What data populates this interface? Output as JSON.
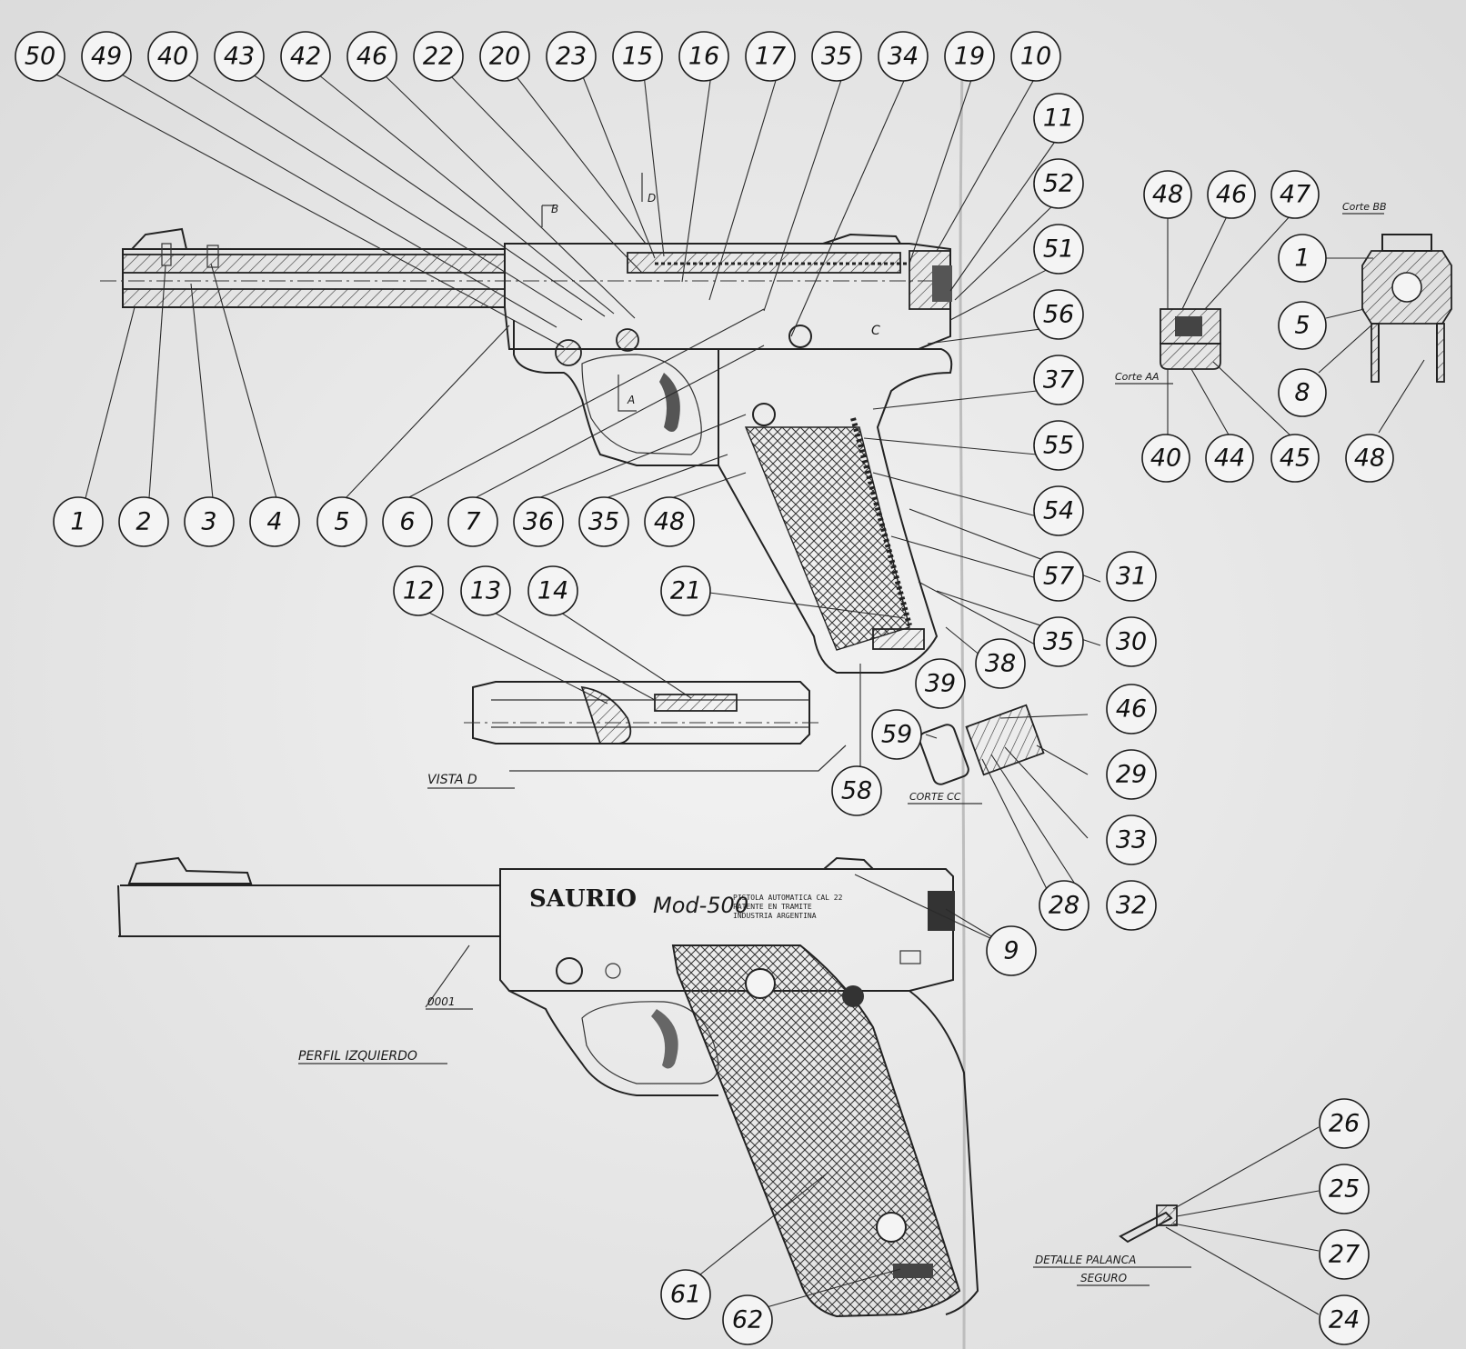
{
  "view_labels": {
    "vista_d": "VISTA D",
    "perfil_izquierdo": "PERFIL IZQUIERDO",
    "corte_bb": "Corte BB",
    "corte_aa": "Corte AA",
    "corte_cc": "CORTE CC",
    "detalle_line1": "DETALLE PALANCA",
    "detalle_line2": "SEGURO",
    "part_number": "0001"
  },
  "section_markers": {
    "a": "A",
    "b": "B",
    "c": "C",
    "d": "D"
  },
  "engraving": {
    "brand": "SAURIO",
    "model": "Mod-500",
    "line1": "PISTOLA AUTOMATICA CAL 22",
    "line2": "PATENTE EN TRAMITE",
    "line3": "INDUSTRIA ARGENTINA"
  },
  "callouts": {
    "top_row": [
      "50",
      "49",
      "40",
      "43",
      "42",
      "46",
      "22",
      "20",
      "23",
      "15",
      "16",
      "17",
      "35",
      "34",
      "19",
      "10"
    ],
    "right_column_a": [
      "11",
      "52",
      "51",
      "56",
      "37",
      "55",
      "54",
      "57",
      "35",
      "39",
      "38"
    ],
    "right_column_b": [
      "31",
      "30",
      "46",
      "29",
      "33",
      "32",
      "28",
      "9"
    ],
    "bottom_row": [
      "1",
      "2",
      "3",
      "4",
      "5",
      "6",
      "7",
      "36",
      "35",
      "48"
    ],
    "vista_d_row": [
      "12",
      "13",
      "14",
      "21"
    ],
    "lower_left": [
      "59",
      "58"
    ],
    "corte_aa": [
      "48",
      "46",
      "47",
      "40",
      "44",
      "45"
    ],
    "corte_bb": [
      "1",
      "5",
      "8",
      "48"
    ],
    "safety_detail": [
      "26",
      "25",
      "27",
      "24"
    ],
    "grip_bottom": [
      "61",
      "62"
    ]
  }
}
